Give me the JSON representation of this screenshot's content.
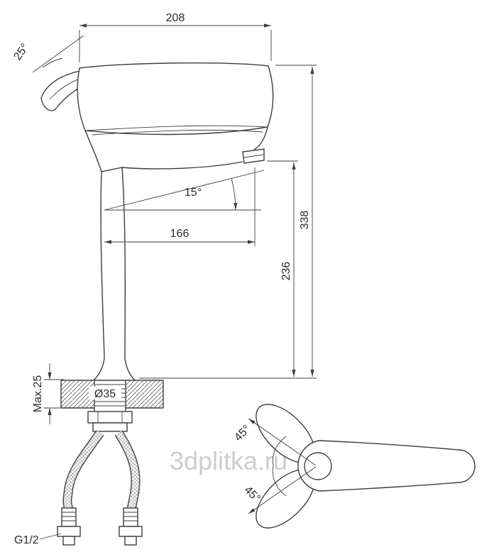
{
  "watermark": "3dplitka.ru",
  "dims": {
    "top_width": "208",
    "handle_angle": "25°",
    "spout_angle": "15°",
    "spout_reach": "166",
    "outlet_height": "236",
    "total_height": "338",
    "deck_thickness": "Max.25",
    "hole_diameter": "Ø35",
    "connection_thread": "G1/2",
    "handle_swing_upper": "45°",
    "handle_swing_lower": "45°"
  },
  "colors": {
    "line": "#3d3d3d",
    "background": "#ffffff",
    "watermark": "#a6a6a6"
  }
}
